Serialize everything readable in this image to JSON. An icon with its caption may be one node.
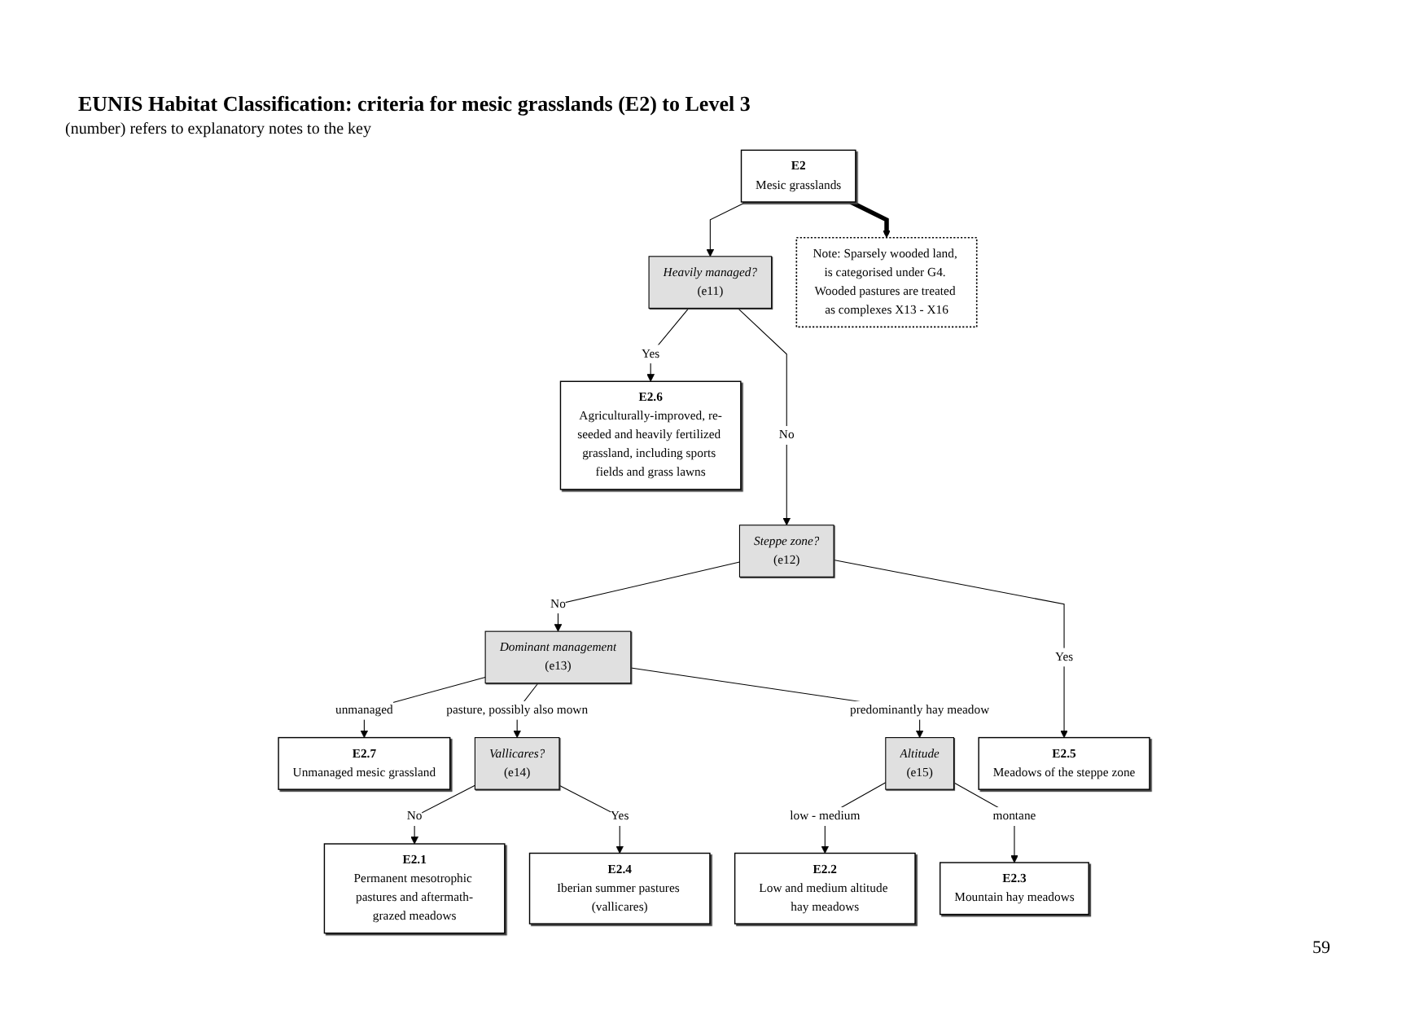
{
  "diagram": {
    "title": "EUNIS Habitat Classification: criteria for mesic grasslands (E2) to Level 3",
    "nodes": [
      {
        "text": [
          "E2",
          "Mesic grasslands"
        ]
      },
      {
        "text": [
          "Heavily managed?",
          "(e11)"
        ]
      },
      {
        "text": [
          "E2.6",
          "Agriculturally-improved, re-seeded and heavily fertilized grassland, including sports fields and grass lawns"
        ]
      },
      {
        "text": [
          "Note: Sparsely wooded land, is categorised under G4. Wooded pastures are treated as complexes X13 - X16"
        ]
      },
      {
        "text": [
          "Steppe zone?",
          "(e12)"
        ]
      },
      {
        "text": [
          "Dominant management",
          "(e13)"
        ]
      },
      {
        "text": [
          "E2.7",
          "Unmanaged mesic grassland"
        ]
      },
      {
        "text": [
          "E2.5",
          "Meadows of the steppe zone"
        ]
      },
      {
        "text": [
          "Vallicares?",
          "(e14)"
        ]
      },
      {
        "text": [
          "Altitude",
          "(e15)"
        ]
      },
      {
        "text": [
          "E2.1",
          "Permanent mesotrophic pastures and aftermath-grazed meadows"
        ]
      },
      {
        "text": [
          "E2.4",
          "Iberian summer pastures (vallicares)"
        ]
      },
      {
        "text": [
          "E2.2",
          "Low and medium altitude hay meadows"
        ]
      },
      {
        "text": [
          "E2.3",
          "Mountain hay meadows"
        ]
      }
    ],
    "edges": [
      {
        "from": 0,
        "to": 1,
        "arrow": "to"
      },
      {
        "from": 0,
        "to": 3,
        "arrow": "to",
        "style": "thick"
      },
      {
        "from": 1,
        "to": 2,
        "arrow": "to",
        "label": "Yes"
      },
      {
        "from": 1,
        "to": 4,
        "arrow": "to",
        "label": "No"
      },
      {
        "from": 4,
        "to": 5,
        "arrow": "to",
        "label": "No"
      },
      {
        "from": 4,
        "to": 7,
        "arrow": "to",
        "label": "Yes"
      },
      {
        "from": 5,
        "to": 6,
        "arrow": "to",
        "label": "unmanaged"
      },
      {
        "from": 5,
        "to": 8,
        "arrow": "to",
        "label": "pasture, possibly also mown"
      },
      {
        "from": 5,
        "to": 9,
        "arrow": "to",
        "label": "predominantly hay meadow"
      },
      {
        "from": 8,
        "to": 10,
        "arrow": "to",
        "label": "No"
      },
      {
        "from": 8,
        "to": 11,
        "arrow": "to",
        "label": "Yes"
      },
      {
        "from": 9,
        "to": 12,
        "arrow": "to",
        "label": "low - medium"
      },
      {
        "from": 9,
        "to": 13,
        "arrow": "to",
        "label": "montane"
      }
    ],
    "labels": [
      "(number) refers to explanatory notes to the key",
      "59"
    ]
  }
}
